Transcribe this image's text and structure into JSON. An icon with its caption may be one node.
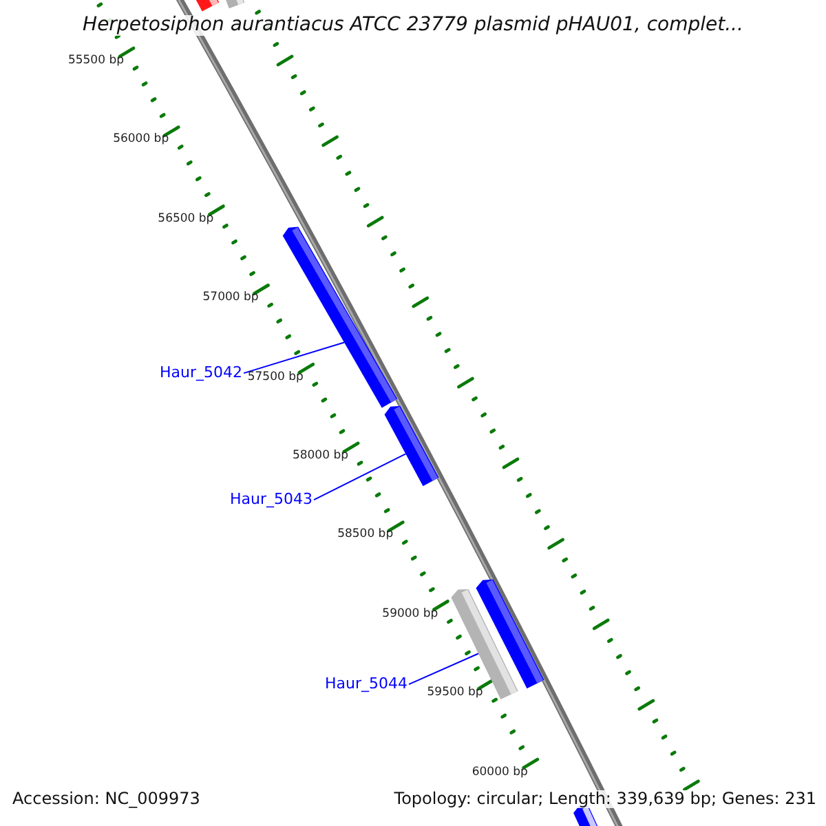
{
  "diagram": {
    "title": "Herpetosiphon aurantiacus ATCC 23779 plasmid pHAU01, complet...",
    "nodes": [
      {
        "text": [],
        "shape": "bar"
      },
      {
        "text": [],
        "shape": "bar"
      },
      {
        "text": [],
        "shape": "bar"
      },
      {
        "text": [
          "Haur_5042"
        ]
      },
      {
        "text": [],
        "shape": "bar"
      },
      {
        "text": [
          "Haur_5043"
        ]
      },
      {
        "text": [],
        "shape": "bar"
      },
      {
        "text": [],
        "shape": "bar"
      },
      {
        "text": [
          "Haur_5044"
        ]
      },
      {
        "text": [],
        "shape": "bar"
      }
    ],
    "edges": [
      {
        "from": 3,
        "to": 2,
        "arrow": "none"
      },
      {
        "from": 5,
        "to": 4,
        "arrow": "none"
      },
      {
        "from": 8,
        "to": 6,
        "arrow": "none"
      }
    ],
    "labels": [
      "55500 bp",
      "56000 bp",
      "56500 bp",
      "57000 bp",
      "57500 bp",
      "58000 bp",
      "58500 bp",
      "59000 bp",
      "59500 bp",
      "60000 bp",
      "Accession: NC_009973",
      "Topology: circular; Length: 339,639 bp; Genes: 231"
    ]
  }
}
